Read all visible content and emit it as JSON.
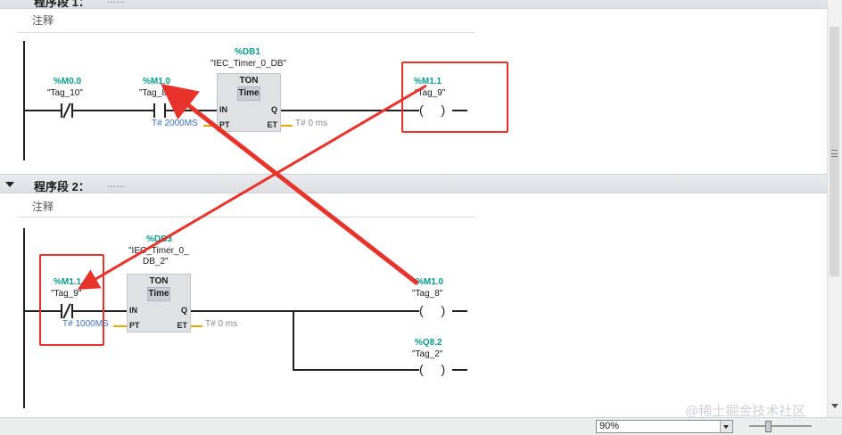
{
  "segment1": {
    "title": "程序段 1：",
    "dots": "......",
    "comment": "注释",
    "contact1": {
      "address": "%M0.0",
      "tag": "\"Tag_10\""
    },
    "contact2": {
      "address": "%M1.0",
      "tag": "\"Tag_8\""
    },
    "timer": {
      "db_address": "%DB1",
      "db_name": "\"IEC_Timer_0_DB\"",
      "type": "TON",
      "subtype": "Time",
      "pin_in": "IN",
      "pin_pt": "PT",
      "pin_q": "Q",
      "pin_et": "ET",
      "pt_value": "T# 2000MS",
      "et_value": "T# 0 ms"
    },
    "coil": {
      "address": "%M1.1",
      "tag": "\"Tag_9\"",
      "symbol": "( )"
    }
  },
  "segment2": {
    "title": "程序段 2：",
    "dots": "......",
    "comment": "注释",
    "contact1": {
      "address": "%M1.1",
      "tag": "\"Tag_9\""
    },
    "timer": {
      "db_address": "%DB3",
      "db_name_line1": "\"IEC_Timer_0_",
      "db_name_line2": "DB_2\"",
      "type": "TON",
      "subtype": "Time",
      "pin_in": "IN",
      "pin_pt": "PT",
      "pin_q": "Q",
      "pin_et": "ET",
      "pt_value": "T# 1000MS",
      "et_value": "T# 0 ms"
    },
    "coil1": {
      "address": "%M1.0",
      "tag": "\"Tag_8\"",
      "symbol": "( )"
    },
    "coil2": {
      "address": "%Q8.2",
      "tag": "\"Tag_2\"",
      "symbol": "( )"
    }
  },
  "statusbar": {
    "zoom": "90%"
  },
  "watermark": "@稀土掘金技术社区",
  "colors": {
    "address": "#0a9a8e",
    "annotation_red": "#e8332b",
    "param_blue": "#3b6fc0",
    "wire": "#222222"
  },
  "icons": [
    "collapse-arrow-icon",
    "dropdown-arrow-icon",
    "scroll-grip-icon"
  ]
}
